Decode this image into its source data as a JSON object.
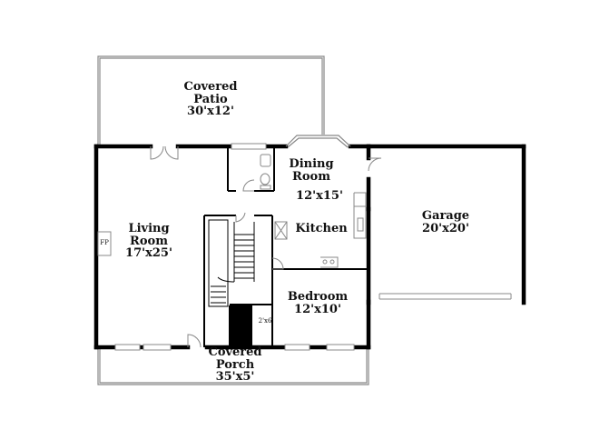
{
  "rooms": {
    "covered_patio": {
      "name_line1": "Covered",
      "name_line2": "Patio",
      "size": "30'x12'"
    },
    "dining_room": {
      "name_line1": "Dining",
      "name_line2": "Room",
      "size": "12'x15'"
    },
    "kitchen": {
      "name": "Kitchen"
    },
    "living_room": {
      "name_line1": "Living",
      "name_line2": "Room",
      "size": "17'x25'"
    },
    "garage": {
      "name": "Garage",
      "size": "20'x20'"
    },
    "bedroom": {
      "name": "Bedroom",
      "size": "12'x10'"
    },
    "closet": {
      "size": "2'x6'"
    },
    "covered_porch": {
      "name_line1": "Covered",
      "name_line2": "Porch",
      "size": "35'x5'"
    }
  },
  "fixtures": {
    "fireplace": "FP"
  },
  "colors": {
    "wall": "#000000",
    "thin_line": "#888888",
    "background": "#ffffff"
  }
}
